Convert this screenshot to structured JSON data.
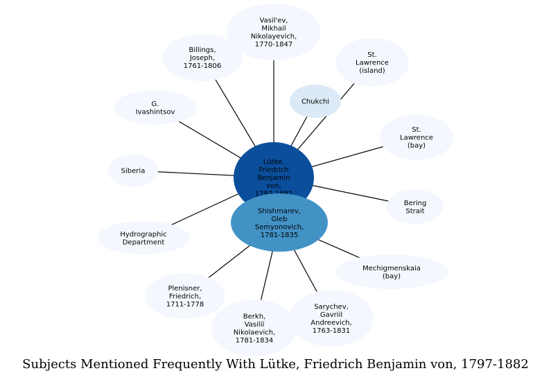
{
  "caption": "Subjects Mentioned Frequently With Lütke, Friedrich Benjamin von, 1797-1882",
  "colors": {
    "center": "#0b4f9c",
    "secondary": "#4292c6",
    "tertiary": "#dce9f6",
    "leaf": "#f4f8fe",
    "edge": "#000000",
    "text": "#000000"
  },
  "nodes": [
    {
      "id": "lutke",
      "lines": [
        "Lütke,",
        "Friedrich",
        "Benjamin",
        "von,",
        "1797-1882"
      ],
      "tone": "center"
    },
    {
      "id": "shishmarev",
      "lines": [
        "Shishmarev,",
        "Gleb",
        "Semyonovich,",
        "1781-1835"
      ],
      "tone": "secondary"
    },
    {
      "id": "vasilev",
      "lines": [
        "Vasil'ev,",
        "Mikhail",
        "Nikolayevich,",
        "1770-1847"
      ],
      "tone": "leaf"
    },
    {
      "id": "billings",
      "lines": [
        "Billings,",
        "Joseph,",
        "1761-1806"
      ],
      "tone": "leaf"
    },
    {
      "id": "st-lawrence-island",
      "lines": [
        "St.",
        "Lawrence",
        "(island)"
      ],
      "tone": "leaf"
    },
    {
      "id": "chukchi",
      "lines": [
        "Chukchi"
      ],
      "tone": "tertiary"
    },
    {
      "id": "ivashintsov",
      "lines": [
        "G.",
        "Ivashintsov"
      ],
      "tone": "leaf"
    },
    {
      "id": "st-lawrence-bay",
      "lines": [
        "St.",
        "Lawrence",
        "(bay)"
      ],
      "tone": "leaf"
    },
    {
      "id": "siberia",
      "lines": [
        "Siberia"
      ],
      "tone": "leaf"
    },
    {
      "id": "bering-strait",
      "lines": [
        "Bering",
        "Strait"
      ],
      "tone": "leaf"
    },
    {
      "id": "hydrographic",
      "lines": [
        "Hydrographic",
        "Department"
      ],
      "tone": "leaf"
    },
    {
      "id": "mechigmenskaia",
      "lines": [
        "Mechigmenskaia",
        "(bay)"
      ],
      "tone": "leaf"
    },
    {
      "id": "plenisner",
      "lines": [
        "Plenisner,",
        "Friedrich,",
        "1711-1778"
      ],
      "tone": "leaf"
    },
    {
      "id": "sarychev",
      "lines": [
        "Sarychev,",
        "Gavriil",
        "Andreevich,",
        "1763-1831"
      ],
      "tone": "leaf"
    },
    {
      "id": "berkh",
      "lines": [
        "Berkh,",
        "Vasiliĭ",
        "Nikolaevich,",
        "1781-1834"
      ],
      "tone": "leaf"
    }
  ],
  "edges": [
    [
      "lutke",
      "vasilev"
    ],
    [
      "lutke",
      "billings"
    ],
    [
      "lutke",
      "st-lawrence-island"
    ],
    [
      "lutke",
      "chukchi"
    ],
    [
      "lutke",
      "ivashintsov"
    ],
    [
      "lutke",
      "st-lawrence-bay"
    ],
    [
      "lutke",
      "siberia"
    ],
    [
      "lutke",
      "bering-strait"
    ],
    [
      "lutke",
      "hydrographic"
    ],
    [
      "lutke",
      "shishmarev"
    ],
    [
      "shishmarev",
      "mechigmenskaia"
    ],
    [
      "shishmarev",
      "plenisner"
    ],
    [
      "shishmarev",
      "sarychev"
    ],
    [
      "shishmarev",
      "berkh"
    ]
  ]
}
